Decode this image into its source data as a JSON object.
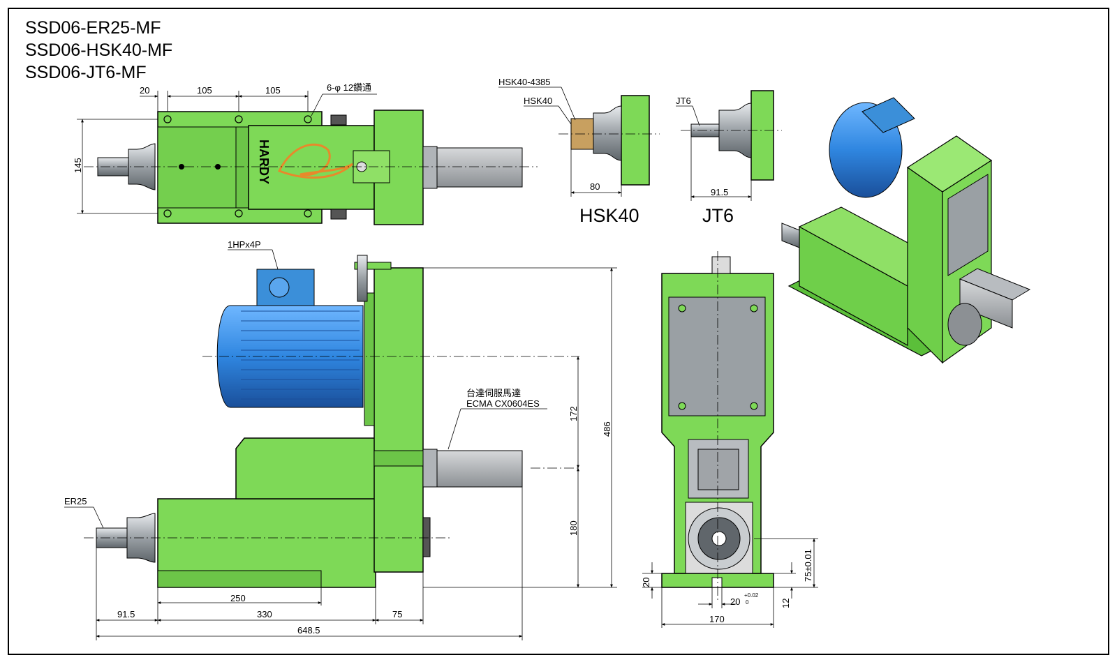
{
  "titles": [
    "SSD06-ER25-MF",
    "SSD06-HSK40-MF",
    "SSD06-JT6-MF"
  ],
  "callouts": {
    "holes": "6-φ 12鑽通",
    "hsk_holder": "HSK40-4385",
    "hsk": "HSK40",
    "jt6_small": "JT6",
    "motor": "1HPx4P",
    "servo_line1": "台達伺服馬達",
    "servo_line2": "ECMA CX0604ES",
    "er25": "ER25",
    "brand": "HARDY"
  },
  "view_labels": {
    "hsk40": "HSK40",
    "jt6": "JT6"
  },
  "dimensions": {
    "top_20": "20",
    "top_105a": "105",
    "top_105b": "105",
    "top_145": "145",
    "hsk_80": "80",
    "jt6_91_5": "91.5",
    "side_486": "486",
    "side_172": "172",
    "side_180": "180",
    "bottom_250": "250",
    "bottom_91_5": "91.5",
    "bottom_330": "330",
    "bottom_75": "75",
    "bottom_648_5": "648.5",
    "front_20": "20",
    "front_12": "12",
    "front_75": "75±0.01",
    "front_170": "170",
    "front_slot": "20",
    "front_slot_tol_upper": "+0.02",
    "front_slot_tol_lower": "0"
  },
  "colors": {
    "body_green": "#7ed957",
    "motor_blue": "#3b8fd9",
    "spindle_grey": "#b9bec2",
    "servo_grey": "#a6a9ab",
    "leaf_orange": "#e8892b",
    "outline": "#000000"
  }
}
